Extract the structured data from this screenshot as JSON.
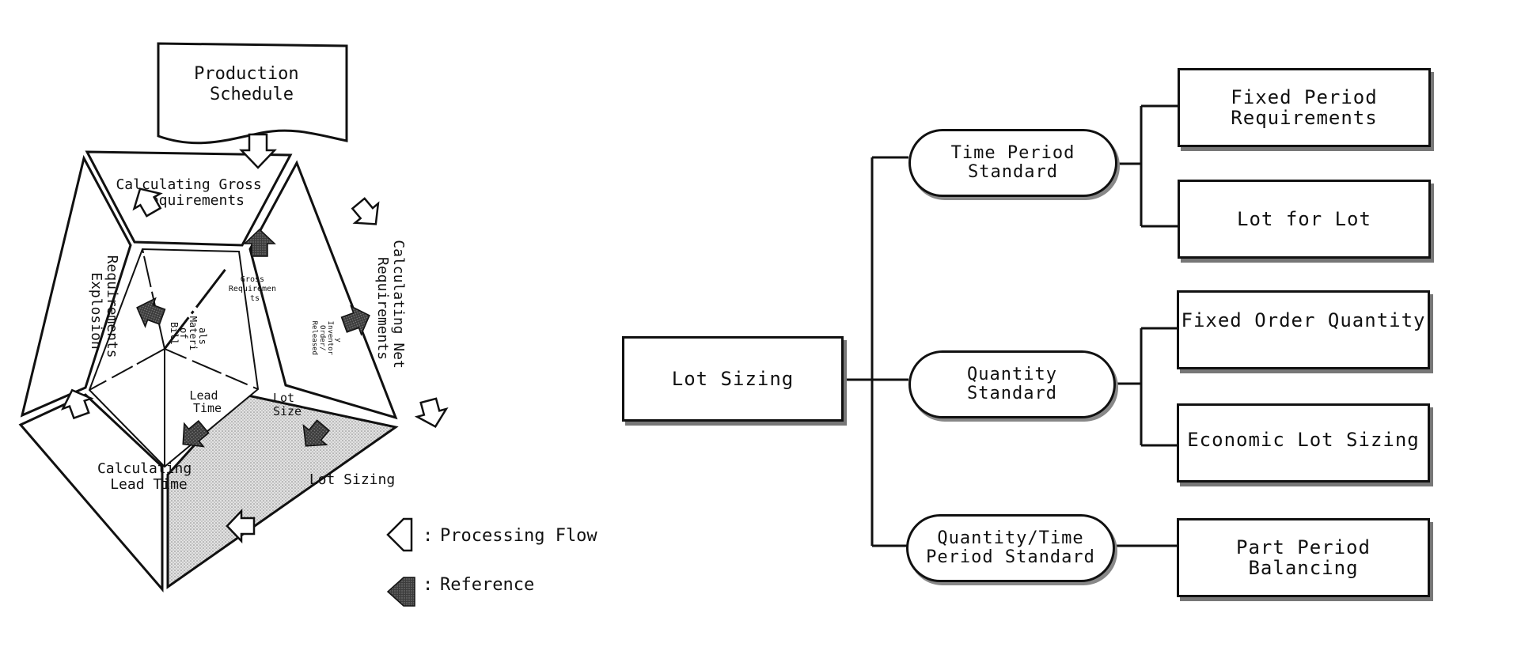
{
  "left_diagram": {
    "production_schedule": "Production\nSchedule",
    "modules": {
      "calculating_gross_requirements": [
        "Calculating Gross",
        "Requirements"
      ],
      "requirements_explosion": [
        "Requirements",
        "Explosion"
      ],
      "calculating_net_requirements": [
        "Calculating Net",
        "Requirements"
      ],
      "calculating_lead_time": [
        "Calculating",
        "Lead Time"
      ],
      "lot_sizing": "Lot Sizing"
    },
    "center_data": {
      "gross_requirements": [
        "Gross",
        "Requiremen",
        "ts"
      ],
      "bill_of_materials": [
        "Bill",
        "of",
        "Materi",
        "als"
      ],
      "released_order_inventory": [
        "Released",
        "Order/",
        "Inventor",
        "y"
      ],
      "lead_time": [
        "Lead",
        "Time"
      ],
      "lot_size": [
        "Lot",
        "Size"
      ]
    },
    "legend": {
      "processing_flow": "Processing Flow",
      "reference": "Reference",
      "separator": ":"
    },
    "colors": {
      "line": "#111111",
      "reference_arrow": "#4a4a4a",
      "lot_sizing_fill": "#d0d0d0"
    }
  },
  "right_diagram": {
    "root": "Lot Sizing",
    "categories": [
      {
        "label": "Time Period\nStandard",
        "methods": [
          "Fixed Period\nRequirements",
          "Lot for Lot"
        ]
      },
      {
        "label": "Quantity\nStandard",
        "methods": [
          "Fixed Order Quantity",
          "Economic Lot Sizing"
        ]
      },
      {
        "label": "Quantity/Time\nPeriod Standard",
        "methods": [
          "Part Period\nBalancing"
        ]
      }
    ]
  }
}
